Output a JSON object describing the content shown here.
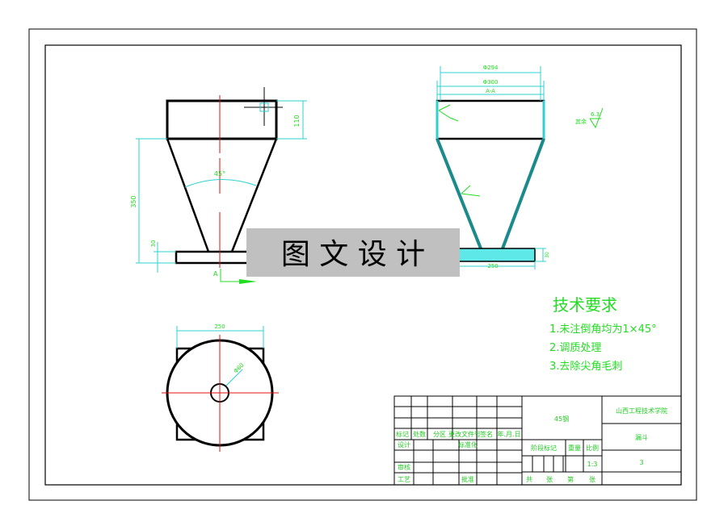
{
  "watermark": "图 文 设 计",
  "front_view": {
    "dim_height_top": "110",
    "dim_height_total": "350",
    "dim_base": "30",
    "angle": "45°",
    "section_label": "A"
  },
  "section_view": {
    "dim_outer": "Φ294",
    "dim_inner": "Φ300",
    "title": "A-A",
    "dim_base_width": "250",
    "dim_base_thick": "30",
    "roughness_other": "其余",
    "roughness_value": "6.3"
  },
  "top_view": {
    "dim_width": "250",
    "dim_hole": "Φ60"
  },
  "tech_requirements": {
    "title": "技术要求",
    "items": [
      "1.未注倒角均为1×45°",
      "2.调质处理",
      "3.去除尖角毛刺"
    ]
  },
  "title_block": {
    "material": "45钢",
    "school": "山西工程技术学院",
    "part_name": "漏斗",
    "drawing_no": "3",
    "scale": "1:3",
    "headers": [
      "标记",
      "处数",
      "分区",
      "更改文件号",
      "签名",
      "年.月.日"
    ],
    "design": "设计",
    "standardize": "标准化",
    "review": "审核",
    "process": "工艺",
    "approve": "批准",
    "stage_mark": "阶段标记",
    "weight": "重量",
    "scale_label": "比例",
    "sheets": [
      "共",
      "张",
      "第",
      "张"
    ]
  },
  "colors": {
    "dimension": "#2fd0d0",
    "text": "#22dd22",
    "centerline": "#e01010",
    "watermark_bg": "#c0c0c0"
  }
}
